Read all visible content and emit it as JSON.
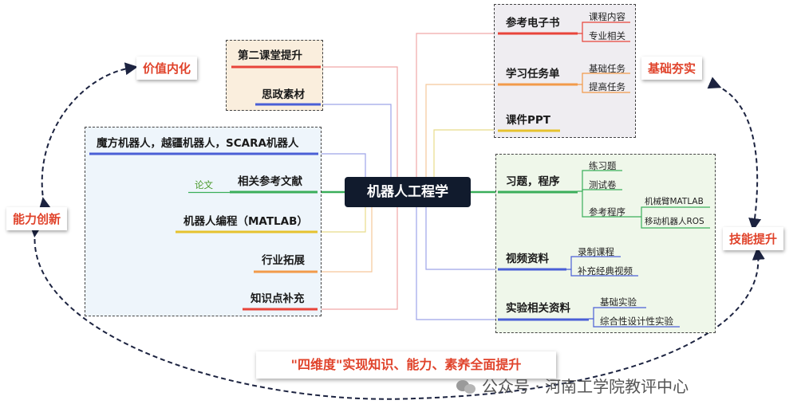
{
  "center": {
    "title": "机器人工程学"
  },
  "tags": {
    "value": "价值内化",
    "ability": "能力创新",
    "foundation": "基础夯实",
    "skill": "技能提升"
  },
  "banner": {
    "text": "\"四维度\"实现知识、能力、素养全面提升"
  },
  "watermark": {
    "text": "公众号 · 河南工学院教评中心"
  },
  "left_top": {
    "items": [
      "第二课堂提升",
      "思政素材"
    ]
  },
  "left_main": {
    "items": [
      "魔方机器人，越疆机器人，SCARA机器人",
      "相关参考文献",
      "机器人编程（MATLAB）",
      "行业拓展",
      "知识点补充"
    ],
    "paper": "论文"
  },
  "right_top": {
    "ebook": "参考电子书",
    "ebook_subs": [
      "课程内容",
      "专业相关"
    ],
    "task": "学习任务单",
    "task_subs": [
      "基础任务",
      "提高任务"
    ],
    "ppt": "课件PPT"
  },
  "right_main": {
    "exercise": "习题，程序",
    "exercise_subs": [
      "练习题",
      "测试卷",
      "参考程序"
    ],
    "program_subs": [
      "机械臂MATLAB",
      "移动机器人ROS"
    ],
    "video": "视频资料",
    "video_subs": [
      "录制课程",
      "补充经典视频"
    ],
    "lab": "实验相关资料",
    "lab_subs": [
      "基础实验",
      "综合性设计性实验"
    ]
  },
  "colors": {
    "accent_red": "#e0432b",
    "center_bg": "#111b2d",
    "red": "#e8443a",
    "blue": "#4a5fd6",
    "green": "#3aae5a",
    "yellow": "#e6c22e",
    "orange": "#f29a4a"
  }
}
